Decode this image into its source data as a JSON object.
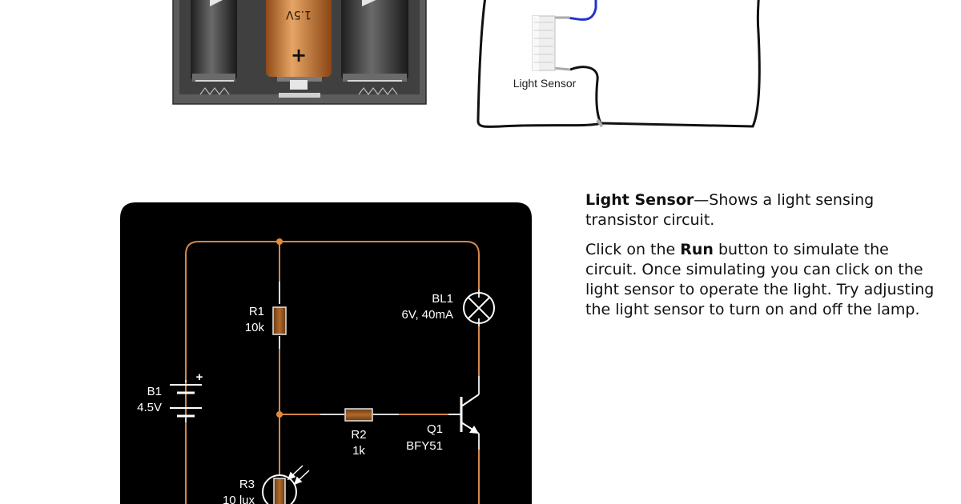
{
  "battery": {
    "cell_voltage": "1.5V",
    "cell_polarity": "+"
  },
  "breadboard": {
    "sensor_label": "Light Sensor"
  },
  "schematic": {
    "lamp": {
      "ref": "BL1",
      "value": "6V, 40mA"
    },
    "r1": {
      "ref": "R1",
      "value": "10k"
    },
    "battery": {
      "ref": "B1",
      "value": "4.5V",
      "polarity": "+"
    },
    "r2": {
      "ref": "R2",
      "value": "1k"
    },
    "transistor": {
      "ref": "Q1",
      "value": "BFY51"
    },
    "ldr": {
      "ref": "R3",
      "value": "10 lux"
    }
  },
  "description": {
    "title": "Light Sensor",
    "title_suffix": "—Shows a light sensing transistor circuit.",
    "p2_before": "Click on the ",
    "p2_bold": "Run",
    "p2_after": " button to simulate the circuit. Once simulating you can click on the light sensor to operate the light. Try adjusting the light sensor to turn on and off the lamp."
  },
  "colors": {
    "wire": "#d48748",
    "schematic_bg": "#000000",
    "cell_orange": "#c8742f",
    "cell_dark": "#3a3a3a"
  }
}
